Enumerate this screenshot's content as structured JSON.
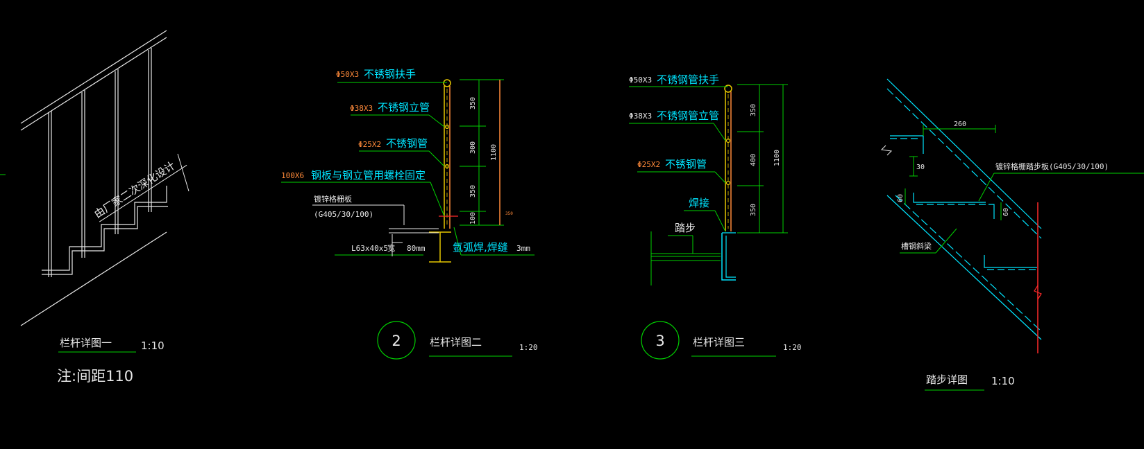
{
  "colors": {
    "background": "#000000",
    "white": "#e8e8e8",
    "cyan": "#00e5ff",
    "green": "#00d200",
    "orange": "#ff8a3a",
    "yellow": "#e8c800",
    "red": "#ff2a2a"
  },
  "detail1": {
    "rotated_note": "由厂家二次深化设计",
    "title": "栏杆详图一",
    "scale": "1:10",
    "note": "注:间距110"
  },
  "detail2": {
    "number": "2",
    "title": "栏杆详图二",
    "scale": "1:20",
    "labels": {
      "handrail_spec": "Φ50X3",
      "handrail_text": "不锈钢扶手",
      "post_spec": "Φ38X3",
      "post_text": "不锈钢立管",
      "pipe_spec": "Φ25X2",
      "pipe_text": "不锈钢管",
      "plate_spec": "100X6",
      "plate_text": "钢板与钢立管用螺栓固定",
      "grating_text": "镀锌格栅板",
      "grating_spec": "(G405/30/100)",
      "angle_spec": "L63x40x5",
      "angle_len": "80mm",
      "angle_suffix": "宽",
      "weld_text": "氩弧焊,焊缝",
      "weld_size": "3mm"
    },
    "dims": {
      "d1": "350",
      "d2": "300",
      "d3": "350",
      "d4": "100",
      "total": "1100",
      "tick": "350"
    }
  },
  "detail3": {
    "number": "3",
    "title": "栏杆详图三",
    "scale": "1:20",
    "labels": {
      "handrail_spec": "Φ50X3",
      "handrail_text": "不锈钢管扶手",
      "post_spec": "Φ38X3",
      "post_text": "不锈钢管立管",
      "pipe_spec": "Φ25X2",
      "pipe_text": "不锈钢管",
      "weld_text": "焊接",
      "tread_text": "踏步"
    },
    "dims": {
      "d1": "350",
      "d2": "400",
      "d3": "350",
      "total": "1100"
    }
  },
  "detail4": {
    "title": "踏步详图",
    "scale": "1:10",
    "labels": {
      "tread_text": "镀锌格栅踏步板(G405/30/100)",
      "stringer_text": "槽钢斜梁"
    },
    "dims": {
      "width": "260",
      "d30": "30",
      "d60a": "60",
      "d60b": "60"
    }
  }
}
